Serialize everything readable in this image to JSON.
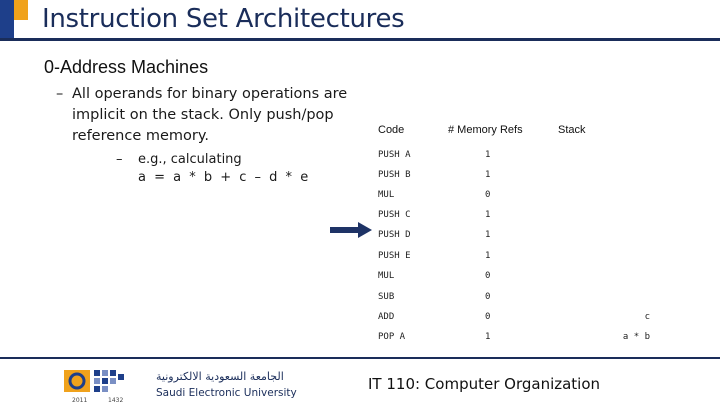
{
  "slide": {
    "title": "Instruction Set Architectures",
    "subtitle": "0-Address Machines",
    "bullet_main": "All operands for binary operations are implicit on the stack. Only push/pop reference memory.",
    "bullet_sub_line1": "e.g., calculating",
    "bullet_sub_line2": "a = a * b + c – d * e"
  },
  "table": {
    "headers": {
      "code": "Code",
      "refs": "# Memory Refs",
      "stack": "Stack"
    },
    "rows": [
      {
        "code": "PUSH A",
        "refs": "1",
        "stack": ""
      },
      {
        "code": "PUSH B",
        "refs": "1",
        "stack": ""
      },
      {
        "code": "MUL",
        "refs": "0",
        "stack": ""
      },
      {
        "code": "PUSH C",
        "refs": "1",
        "stack": ""
      },
      {
        "code": "PUSH D",
        "refs": "1",
        "stack": ""
      },
      {
        "code": "PUSH E",
        "refs": "1",
        "stack": ""
      },
      {
        "code": "MUL",
        "refs": "0",
        "stack": ""
      },
      {
        "code": "SUB",
        "refs": "0",
        "stack": ""
      },
      {
        "code": "ADD",
        "refs": "0",
        "stack": "c"
      },
      {
        "code": "POP A",
        "refs": "1",
        "stack": "a * b"
      }
    ]
  },
  "footer": {
    "course": "IT 110: Computer Organization",
    "university_en_line1": "Saudi Electronic University",
    "university_ar": "الجامعة السعودية الالكترونية",
    "year1": "2011",
    "year2": "1432"
  },
  "colors": {
    "navy": "#1a2d5a",
    "accent_orange": "#f0a21c",
    "accent_blue": "#1e3f8a",
    "arrow": "#1e3366"
  },
  "icons": {
    "pointer": "right-arrow-icon",
    "logo": "seu-logo-icon"
  }
}
